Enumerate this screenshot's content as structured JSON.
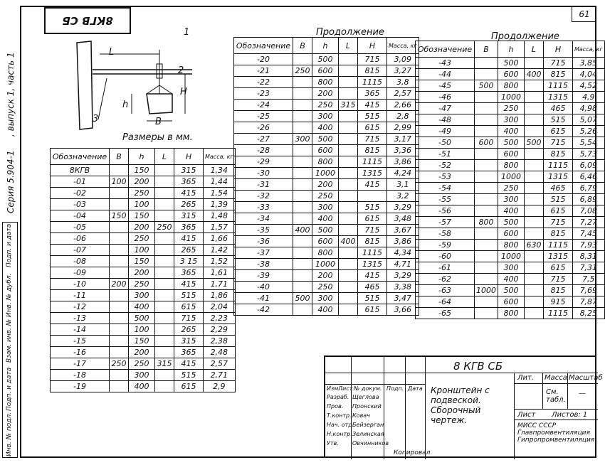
{
  "header": {
    "stamp": "8КГВ СБ",
    "sheet": "61"
  },
  "side_text": {
    "series": "Серия 5.904-1",
    "issue": ", выпуск 1, часть 1"
  },
  "margin_columns": [
    "Подп. и дата",
    "Инв. № дубл.",
    "Взам. инв. №",
    "Подп. и дата",
    "Инв. № подл."
  ],
  "drawing": {
    "labels": [
      "1",
      "2",
      "3",
      "L",
      "H",
      "h",
      "B"
    ],
    "caption": "Размеры в мм."
  },
  "continuation_label": "Продолжение",
  "columns": [
    "Обозначение",
    "B",
    "h",
    "L",
    "H",
    "Масса, кг"
  ],
  "table1": {
    "rows": [
      [
        "8КГВ",
        "",
        "150",
        "",
        "315",
        "1,34"
      ],
      [
        "-01",
        "100",
        "200",
        "",
        "365",
        "1,44"
      ],
      [
        "-02",
        "",
        "250",
        "",
        "415",
        "1,54"
      ],
      [
        "-03",
        "",
        "100",
        "",
        "265",
        "1,39"
      ],
      [
        "-04",
        "150",
        "150",
        "",
        "315",
        "1,48"
      ],
      [
        "-05",
        "",
        "200",
        "250",
        "365",
        "1,57"
      ],
      [
        "-06",
        "",
        "250",
        "",
        "415",
        "1,66"
      ],
      [
        "-07",
        "",
        "100",
        "",
        "265",
        "1,42"
      ],
      [
        "-08",
        "",
        "150",
        "",
        "3 15",
        "1,52"
      ],
      [
        "-09",
        "",
        "200",
        "",
        "365",
        "1,61"
      ],
      [
        "-10",
        "200",
        "250",
        "",
        "415",
        "1,71"
      ],
      [
        "-11",
        "",
        "300",
        "",
        "515",
        "1,86"
      ],
      [
        "-12",
        "",
        "400",
        "",
        "615",
        "2,04"
      ],
      [
        "-13",
        "",
        "500",
        "",
        "715",
        "2,23"
      ],
      [
        "-14",
        "",
        "100",
        "",
        "265",
        "2,29"
      ],
      [
        "-15",
        "",
        "150",
        "",
        "315",
        "2,38"
      ],
      [
        "-16",
        "",
        "200",
        "",
        "365",
        "2,48"
      ],
      [
        "-17",
        "250",
        "250",
        "315",
        "415",
        "2,57"
      ],
      [
        "-18",
        "",
        "300",
        "",
        "515",
        "2,71"
      ],
      [
        "-19",
        "",
        "400",
        "",
        "615",
        "2,9"
      ]
    ]
  },
  "table2": {
    "rows": [
      [
        "-20",
        "",
        "500",
        "",
        "715",
        "3,09"
      ],
      [
        "-21",
        "250",
        "600",
        "",
        "815",
        "3,27"
      ],
      [
        "-22",
        "",
        "800",
        "",
        "1115",
        "3,8"
      ],
      [
        "-23",
        "",
        "200",
        "",
        "365",
        "2,57"
      ],
      [
        "-24",
        "",
        "250",
        "315",
        "415",
        "2,66"
      ],
      [
        "-25",
        "",
        "300",
        "",
        "515",
        "2,8"
      ],
      [
        "-26",
        "",
        "400",
        "",
        "615",
        "2,99"
      ],
      [
        "-27",
        "300",
        "500",
        "",
        "715",
        "3,17"
      ],
      [
        "-28",
        "",
        "600",
        "",
        "815",
        "3,36"
      ],
      [
        "-29",
        "",
        "800",
        "",
        "1115",
        "3,86"
      ],
      [
        "-30",
        "",
        "1000",
        "",
        "1315",
        "4,24"
      ],
      [
        "-31",
        "",
        "200",
        "",
        "415",
        "3,1"
      ],
      [
        "-32",
        "",
        "250",
        "",
        "",
        "3,2"
      ],
      [
        "-33",
        "",
        "300",
        "",
        "515",
        "3,29"
      ],
      [
        "-34",
        "",
        "400",
        "",
        "615",
        "3,48"
      ],
      [
        "-35",
        "400",
        "500",
        "",
        "715",
        "3,67"
      ],
      [
        "-36",
        "",
        "600",
        "400",
        "815",
        "3,86"
      ],
      [
        "-37",
        "",
        "800",
        "",
        "1115",
        "4,34"
      ],
      [
        "-38",
        "",
        "1000",
        "",
        "1315",
        "4,71"
      ],
      [
        "-39",
        "",
        "200",
        "",
        "415",
        "3,29"
      ],
      [
        "-40",
        "",
        "250",
        "",
        "465",
        "3,38"
      ],
      [
        "-41",
        "500",
        "300",
        "",
        "515",
        "3,47"
      ],
      [
        "-42",
        "",
        "400",
        "",
        "615",
        "3,66"
      ]
    ]
  },
  "table3": {
    "rows": [
      [
        "-43",
        "",
        "500",
        "",
        "715",
        "3,85"
      ],
      [
        "-44",
        "",
        "600",
        "400",
        "815",
        "4,04"
      ],
      [
        "-45",
        "500",
        "800",
        "",
        "1115",
        "4,52"
      ],
      [
        "-46",
        "",
        "1000",
        "",
        "1315",
        "4,9"
      ],
      [
        "-47",
        "",
        "250",
        "",
        "465",
        "4,98"
      ],
      [
        "-48",
        "",
        "300",
        "",
        "515",
        "5,07"
      ],
      [
        "-49",
        "",
        "400",
        "",
        "615",
        "5,26"
      ],
      [
        "-50",
        "600",
        "500",
        "500",
        "715",
        "5,54"
      ],
      [
        "-51",
        "",
        "600",
        "",
        "815",
        "5,73"
      ],
      [
        "-52",
        "",
        "800",
        "",
        "1115",
        "6,09"
      ],
      [
        "-53",
        "",
        "1000",
        "",
        "1315",
        "6,46"
      ],
      [
        "-54",
        "",
        "250",
        "",
        "465",
        "6,79"
      ],
      [
        "-55",
        "",
        "300",
        "",
        "515",
        "6,89"
      ],
      [
        "-56",
        "",
        "400",
        "",
        "615",
        "7,08"
      ],
      [
        "-57",
        "800",
        "500",
        "",
        "715",
        "7,27"
      ],
      [
        "-58",
        "",
        "600",
        "",
        "815",
        "7,45"
      ],
      [
        "-59",
        "",
        "800",
        "630",
        "1115",
        "7,93"
      ],
      [
        "-60",
        "",
        "1000",
        "",
        "1315",
        "8,31"
      ],
      [
        "-61",
        "",
        "300",
        "",
        "615",
        "7,31"
      ],
      [
        "-62",
        "",
        "400",
        "",
        "715",
        "7,5"
      ],
      [
        "-63",
        "1000",
        "500",
        "",
        "815",
        "7,69"
      ],
      [
        "-64",
        "",
        "600",
        "",
        "915",
        "7,87"
      ],
      [
        "-65",
        "",
        "800",
        "",
        "1115",
        "8,25"
      ]
    ]
  },
  "title_block": {
    "code": "8 КГВ СБ",
    "name": "Кронштейн с подвеской. Сборочный чертеж.",
    "lit_label": "Лит.",
    "mass_label": "Масса",
    "scale_label": "Масштаб",
    "mass_value": "См. табл.",
    "scale_value": "—",
    "sheet_label": "Лист",
    "sheets_label": "Листов: 1",
    "org": "МИСС СССР Главпромвентиляция Гипропромвентиляция",
    "rev_header": [
      "Изм.",
      "Лист",
      "№ докум.",
      "Подп.",
      "Дата"
    ],
    "people": [
      [
        "Разраб.",
        "Щеглова"
      ],
      [
        "Пров.",
        "Пронский"
      ],
      [
        "Т.контр.",
        "Ковач"
      ],
      [
        "Нач. отд.",
        "Бейзерган"
      ],
      [
        "Н.контр.",
        "Зелинская"
      ],
      [
        "Утв.",
        "Овчинников"
      ]
    ],
    "copied": "Копировал"
  }
}
